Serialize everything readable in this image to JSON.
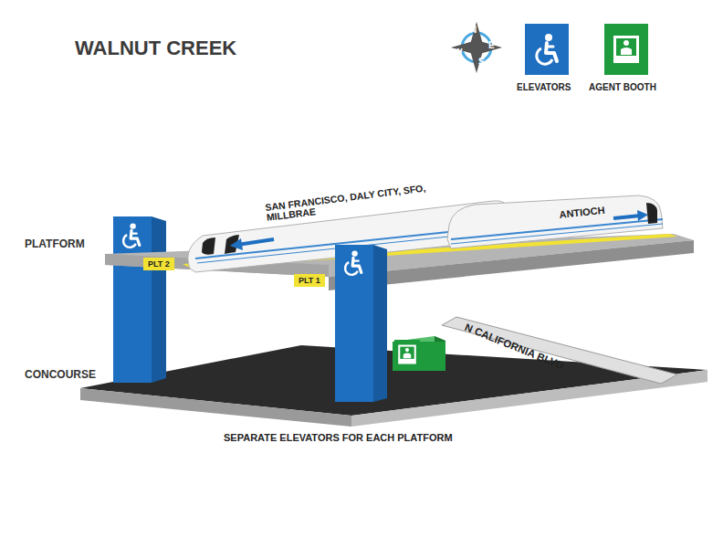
{
  "diagram": {
    "title": "WALNUT CREEK",
    "caption": "SEPARATE ELEVATORS FOR EACH PLATFORM",
    "nodes": [
      {
        "text": [
          "PLT 2"
        ]
      },
      {
        "text": [
          "PLT 1"
        ]
      }
    ],
    "labels": [
      "PLATFORM",
      "CONCOURSE",
      "SAN FRANCISCO, DALY CITY, SFO, MILLBRAE",
      "ANTIOCH",
      "N CALIFORNIA BLVD",
      "N",
      "E",
      "S",
      "W"
    ],
    "legend": [
      {
        "text": "ELEVATORS"
      },
      {
        "text": "AGENT BOOTH"
      }
    ]
  }
}
